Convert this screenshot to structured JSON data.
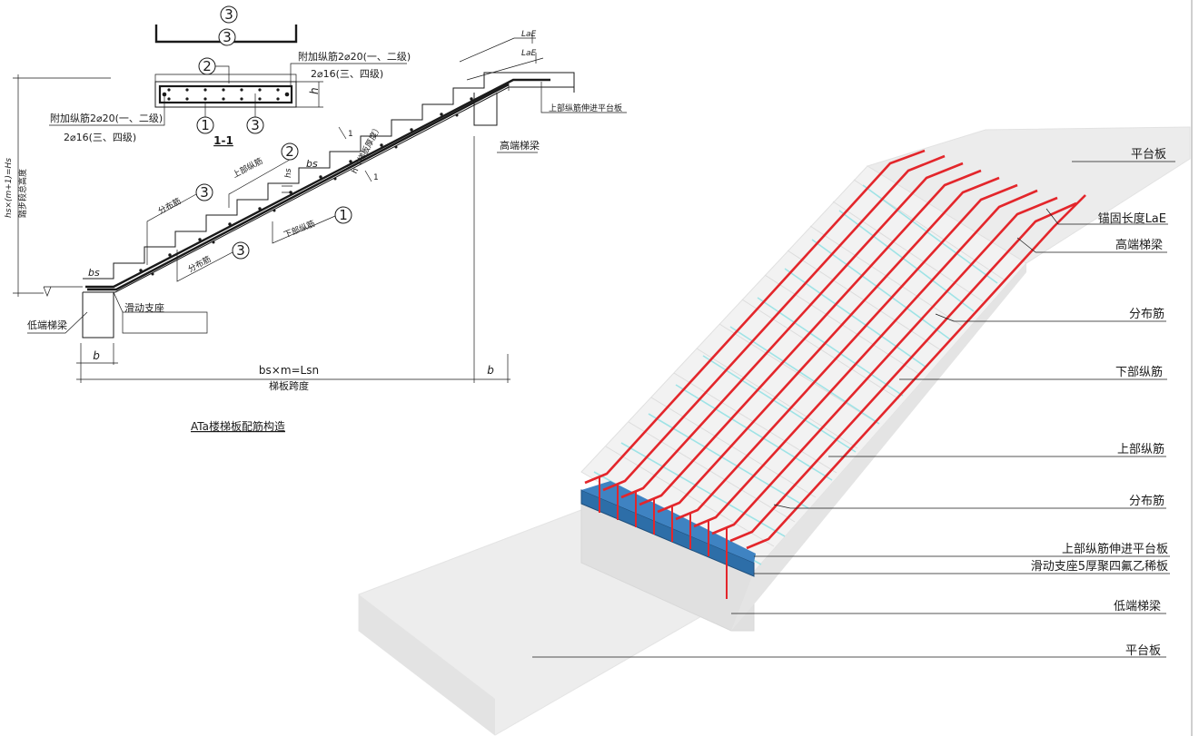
{
  "section": {
    "circle_3": "3",
    "circle_2": "2",
    "circle_1": "1",
    "h_label": "h",
    "title": "1-1",
    "top_extra_label": "附加纵筋2⌀20(一、二级)",
    "top_extra_label_2": "2⌀16(三、四级)",
    "bottom_extra_label": "附加纵筋2⌀20(一、二级)",
    "bottom_extra_label_2": "2⌀16(三、四级)"
  },
  "elevation": {
    "lae_top": "LaE",
    "lae_bottom": "LaE",
    "upper_extend_label": "上部纵筋伸进平台板",
    "high_beam_label": "高端梯梁",
    "low_beam_label": "低端梯梁",
    "sliding_support_label": "滑动支座",
    "height_formula": "hs×(m+1)=Hs",
    "height_caption": "踏步段总高度",
    "upper_bar_label": "上部纵筋",
    "lower_bar_label": "下部纵筋",
    "dist_bar_label_1": "分布筋",
    "dist_bar_label_2": "分布筋",
    "hs_label": "hs",
    "bs_label": "bs",
    "bs_label_2": "bs",
    "thickness_label": "h（梯板厚度）",
    "section_mark_1": "1",
    "section_mark_2": "1",
    "b_left": "b",
    "b_right": "b",
    "span_formula": "bs×m=Lsn",
    "span_caption": "梯板跨度",
    "caption": "ATa楼梯板配筋构造"
  },
  "render3d": {
    "labels": [
      "平台板",
      "锚固长度LaE",
      "高端梯梁",
      "分布筋",
      "下部纵筋",
      "上部纵筋",
      "分布筋",
      "上部纵筋伸进平台板",
      "滑动支座5厚聚四氟乙稀板",
      "低端梯梁",
      "平台板"
    ],
    "colors": {
      "rebar": "#e3262b",
      "distribution_bar": "#9fe3e6",
      "sliding_pad": "#2d6ea8",
      "concrete": "#ececec"
    }
  }
}
